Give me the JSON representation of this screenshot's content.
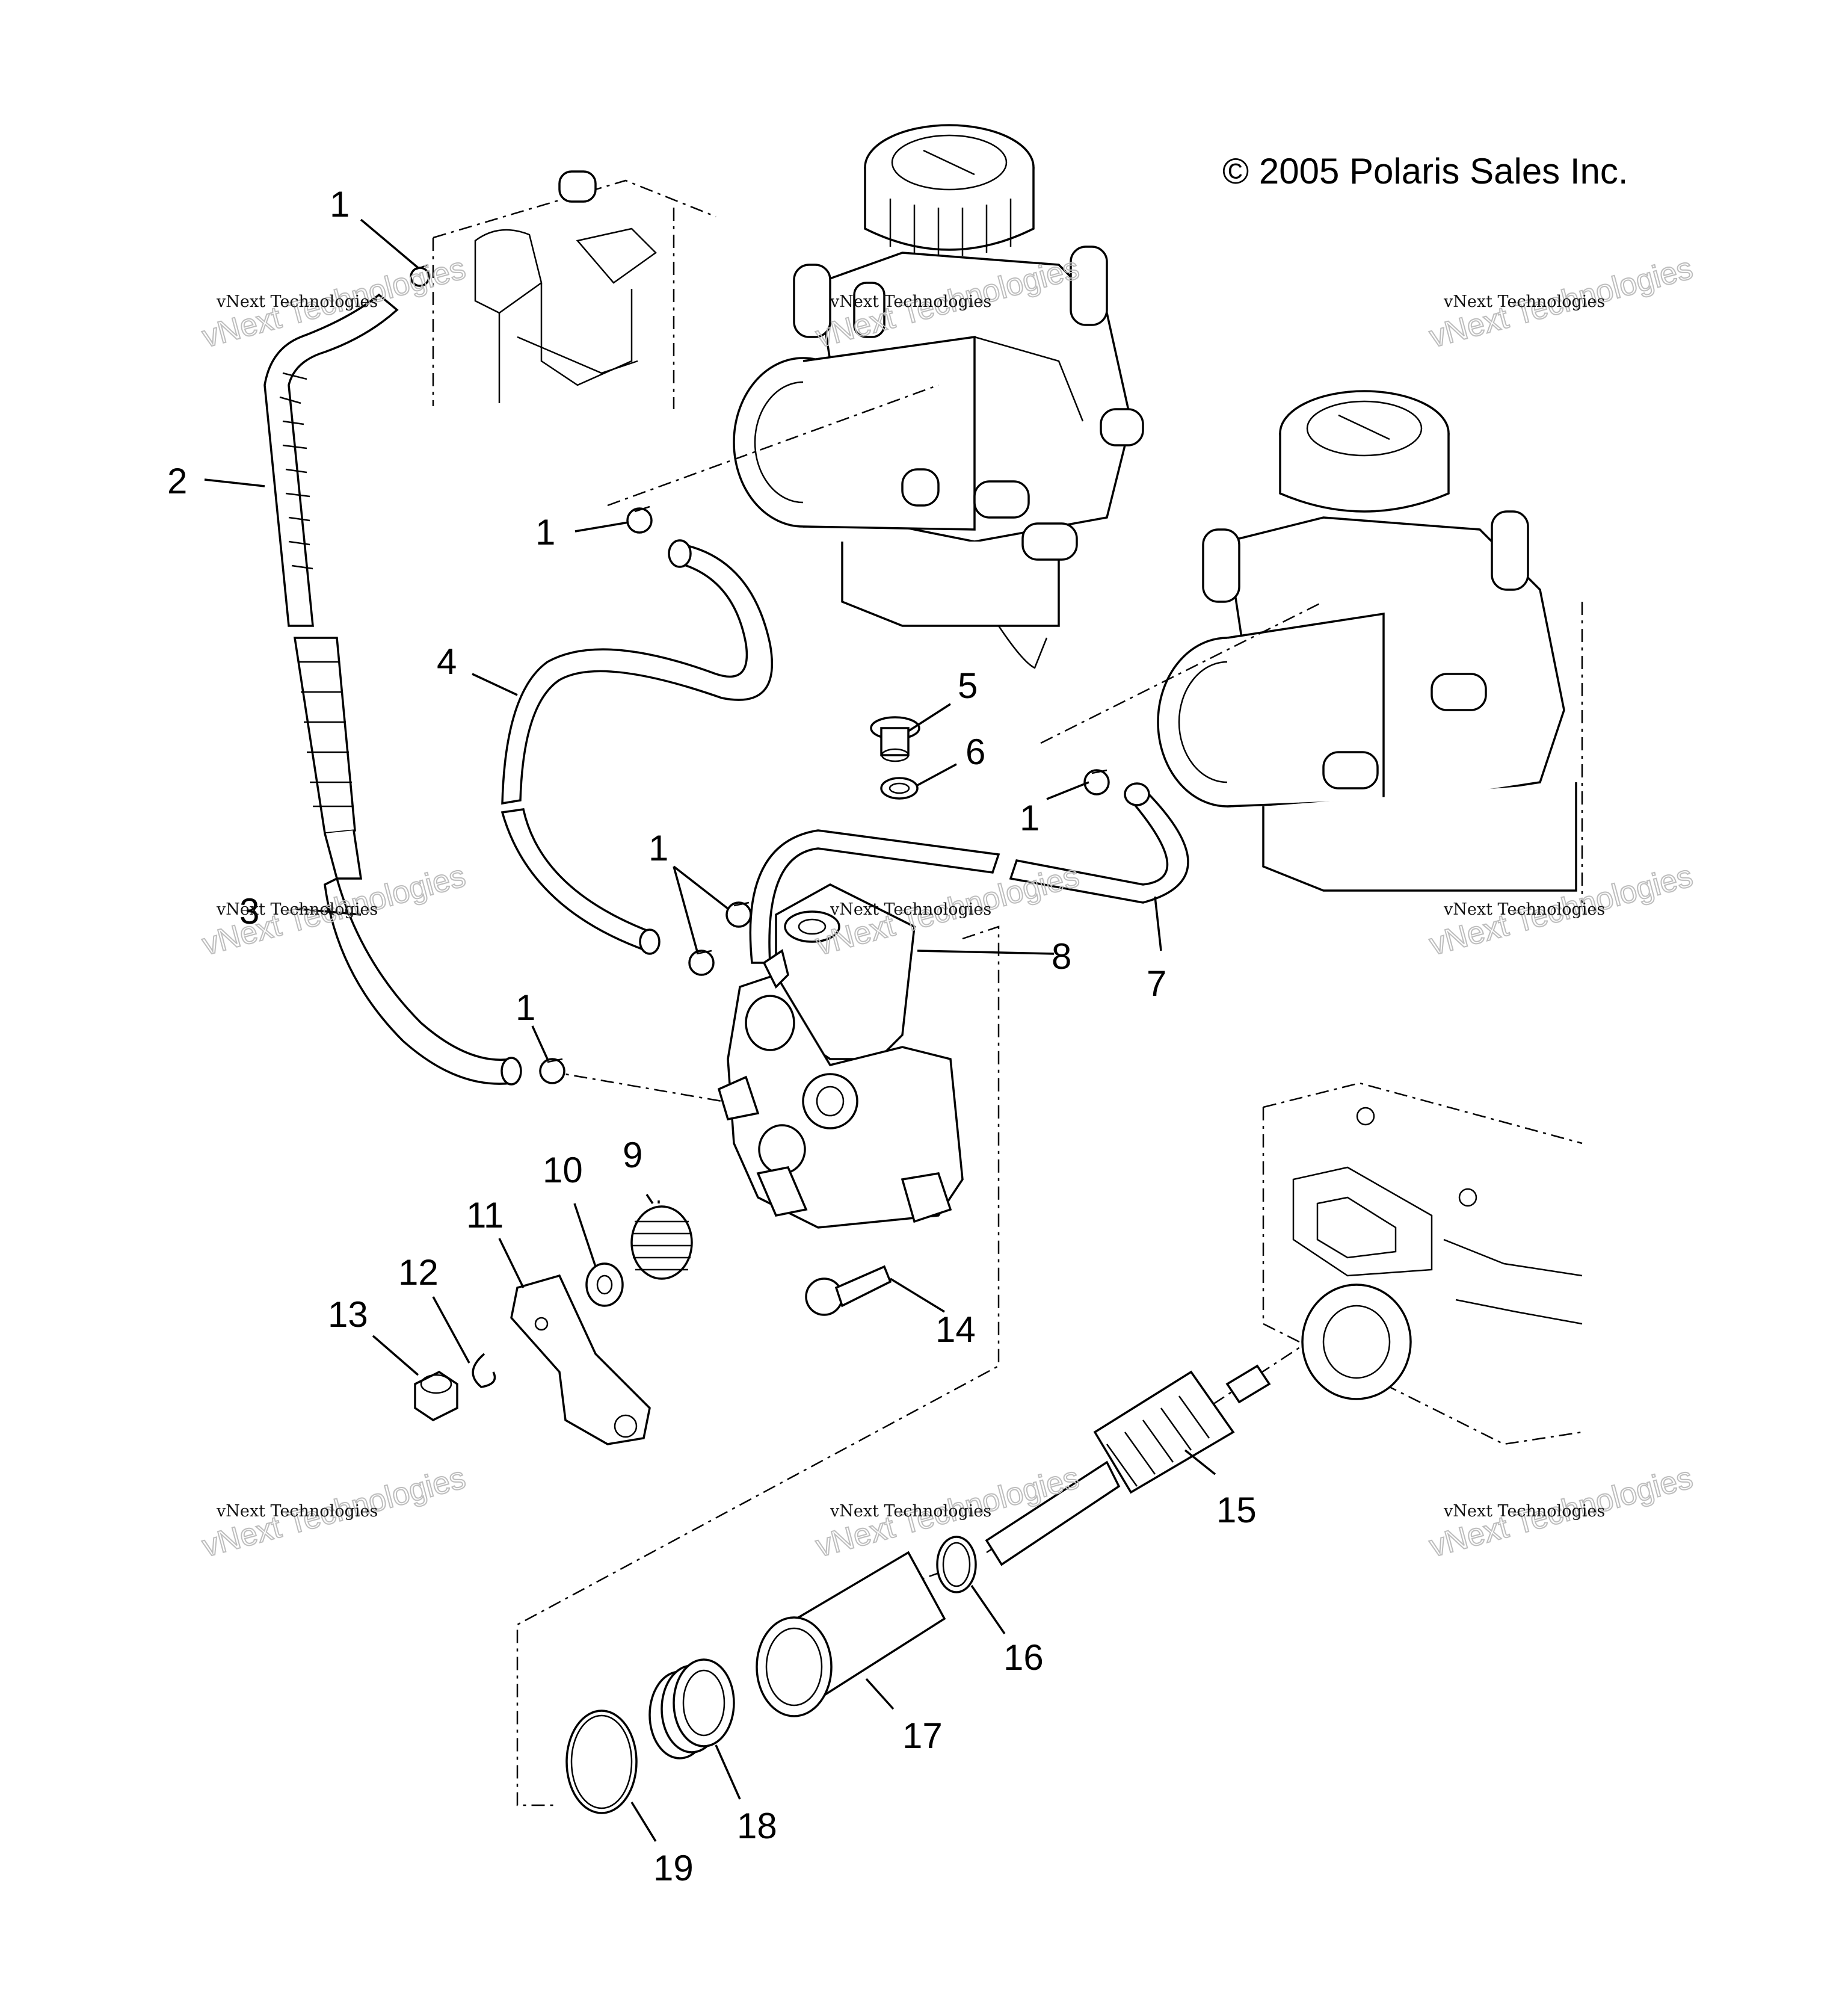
{
  "copyright": "© 2005 Polaris Sales Inc.",
  "watermark": {
    "line1": "vNext Technologies",
    "line2": "vNext Technologies"
  },
  "callouts": {
    "c1a": "1",
    "c1b": "1",
    "c1c": "1",
    "c1d": "1",
    "c1e": "1",
    "c2": "2",
    "c3": "3",
    "c4": "4",
    "c5": "5",
    "c6": "6",
    "c7": "7",
    "c8": "8",
    "c9": "9",
    "c10": "10",
    "c11": "11",
    "c12": "12",
    "c13": "13",
    "c14": "14",
    "c15": "15",
    "c16": "16",
    "c17": "17",
    "c18": "18",
    "c19": "19"
  }
}
